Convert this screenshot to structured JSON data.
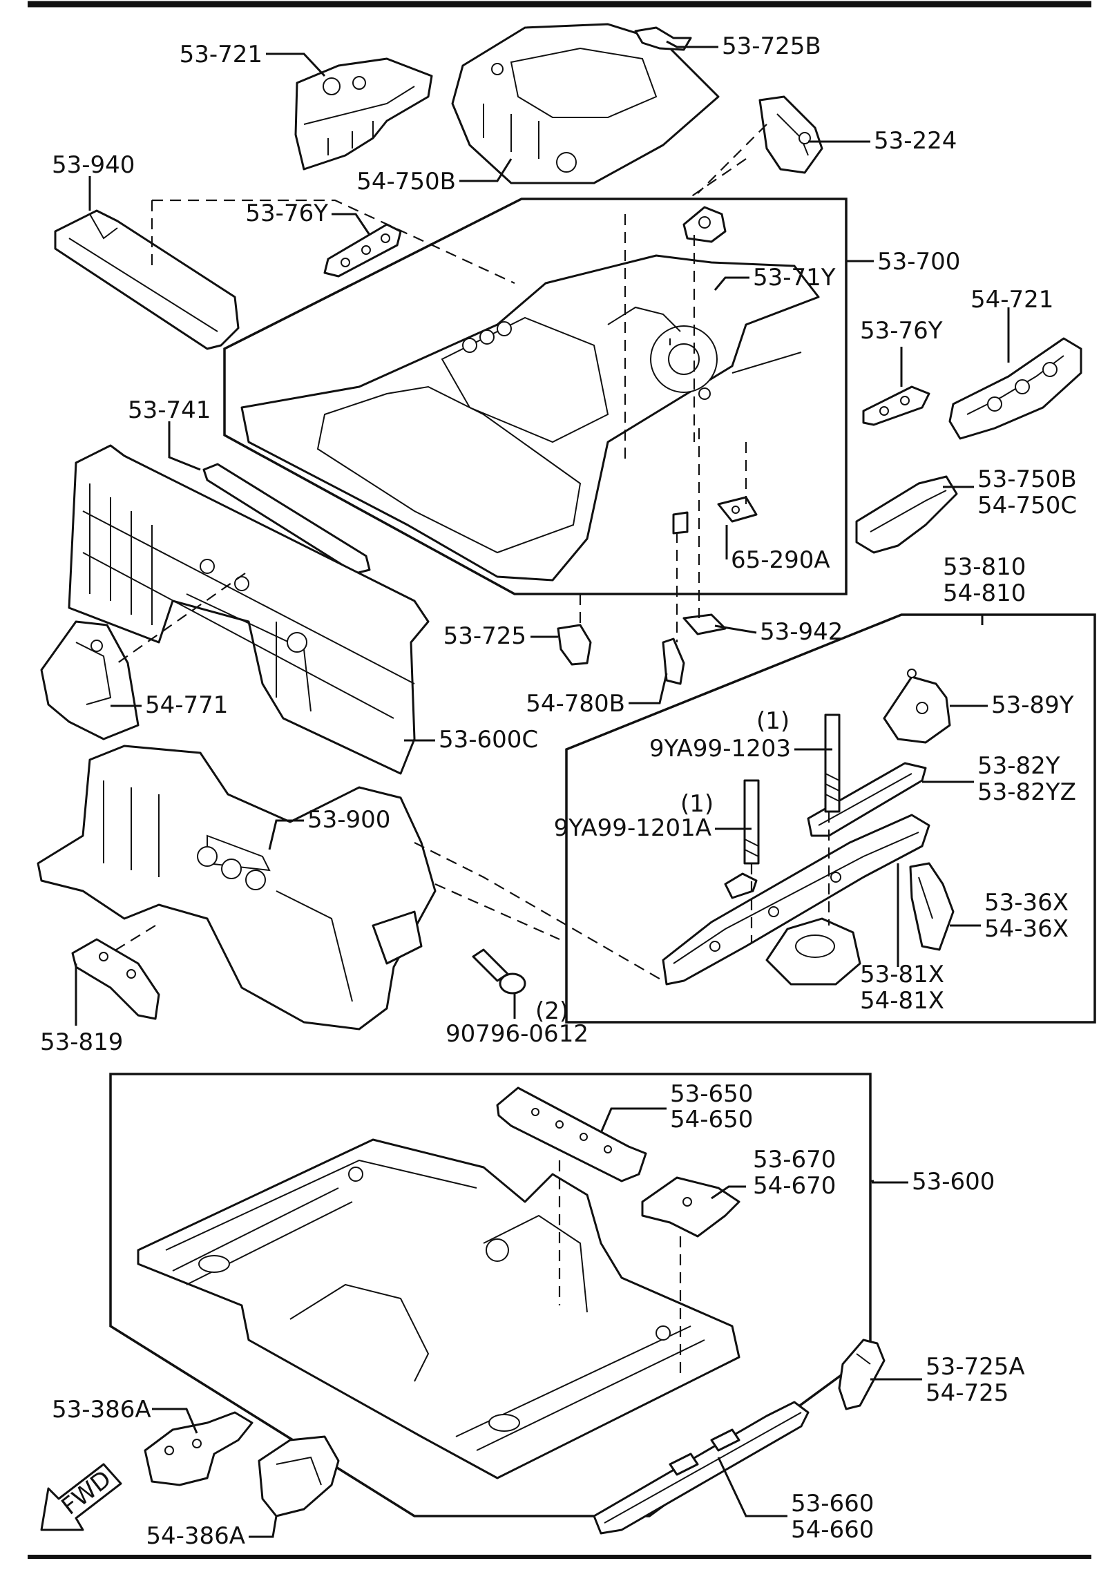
{
  "labels": {
    "l_53_721": "53-721",
    "l_53_725B": "53-725B",
    "l_53_224": "53-224",
    "l_53_940": "53-940",
    "l_54_750B": "54-750B",
    "l_53_76Y_a": "53-76Y",
    "l_53_700": "53-700",
    "l_53_71Y": "53-71Y",
    "l_53_76Y_b": "53-76Y",
    "l_54_721": "54-721",
    "l_53_741": "53-741",
    "l_53_750B": "53-750B",
    "l_54_750C": "54-750C",
    "l_65_290A": "65-290A",
    "l_53_810": "53-810",
    "l_54_810": "54-810",
    "l_53_725": "53-725",
    "l_53_942": "53-942",
    "l_54_771": "54-771",
    "l_54_780B": "54-780B",
    "l_53_89Y": "53-89Y",
    "l_qty1_a": "(1)",
    "l_9YA99_1203": "9YA99-1203",
    "l_53_600C": "53-600C",
    "l_53_82Y": "53-82Y",
    "l_53_82YZ": "53-82YZ",
    "l_qty1_b": "(1)",
    "l_9YA99_1201A": "9YA99-1201A",
    "l_53_900": "53-900",
    "l_53_36X": "53-36X",
    "l_54_36X": "54-36X",
    "l_53_81X": "53-81X",
    "l_54_81X": "54-81X",
    "l_qty2": "(2)",
    "l_90796_0612": "90796-0612",
    "l_53_819": "53-819",
    "l_53_650": "53-650",
    "l_54_650": "54-650",
    "l_53_670": "53-670",
    "l_54_670": "54-670",
    "l_53_600": "53-600",
    "l_53_386A": "53-386A",
    "l_53_725A": "53-725A",
    "l_54_725": "54-725",
    "l_54_386A": "54-386A",
    "l_53_660": "53-660",
    "l_54_660": "54-660",
    "fwd": "FWD"
  }
}
